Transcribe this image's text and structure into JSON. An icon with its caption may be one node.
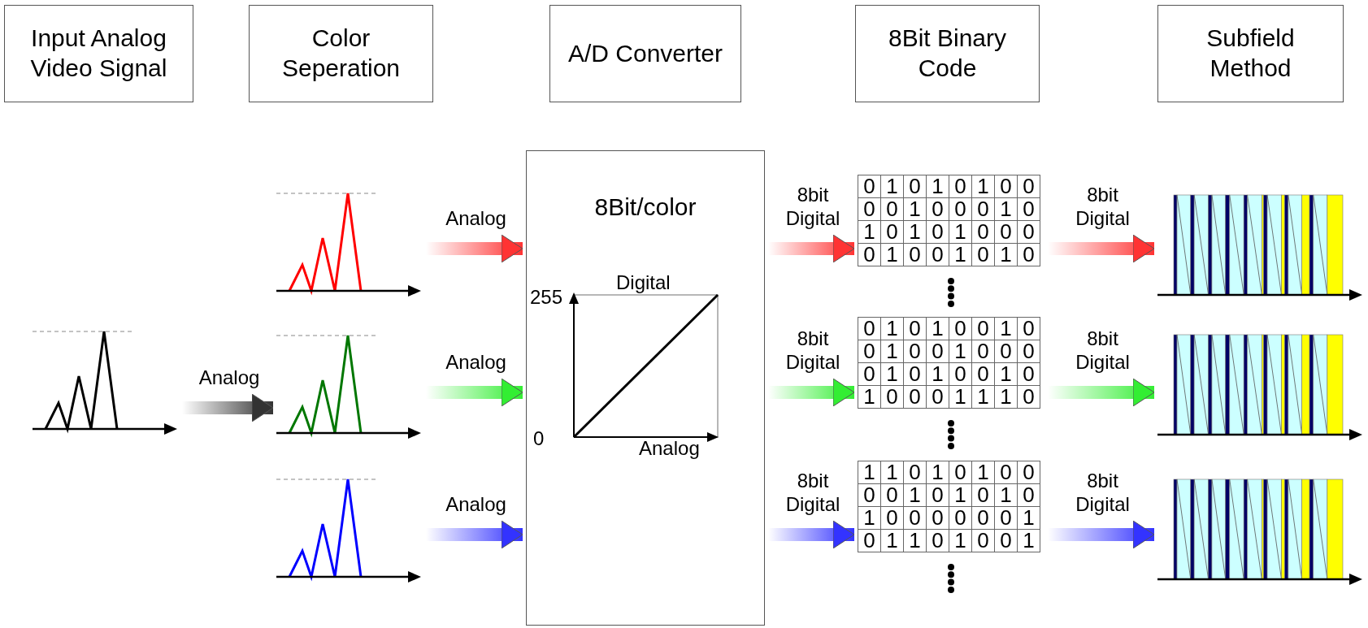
{
  "diagram": {
    "nodes": [
      {
        "text": [
          "Input Analog Video Signal"
        ]
      },
      {
        "text": [
          "Color Seperation"
        ]
      },
      {
        "text": [
          "A/D Converter"
        ]
      },
      {
        "text": [
          "8Bit Binary Code"
        ]
      },
      {
        "text": [
          "Subfield Method"
        ]
      },
      {
        "text": [],
        "shape": "picture"
      },
      {
        "text": [],
        "shape": "picture"
      },
      {
        "text": [],
        "shape": "picture"
      },
      {
        "text": [],
        "shape": "picture"
      },
      {
        "text": [
          "8Bit/color"
        ]
      },
      {
        "text": [],
        "shape": "box"
      },
      {
        "text": [],
        "shape": "box"
      },
      {
        "text": [],
        "shape": "box"
      },
      {
        "text": [],
        "shape": "picture"
      },
      {
        "text": [],
        "shape": "picture"
      },
      {
        "text": [],
        "shape": "picture"
      }
    ],
    "edges": [
      {
        "from": 5,
        "to": 7,
        "arrow": "to",
        "label": "Analog"
      },
      {
        "from": 6,
        "to": 9,
        "arrow": "to",
        "label": "Analog",
        "color": "#ff3333"
      },
      {
        "from": 7,
        "to": 9,
        "arrow": "to",
        "label": "Analog",
        "color": "#33ee33"
      },
      {
        "from": 8,
        "to": 9,
        "arrow": "to",
        "label": "Analog",
        "color": "#3333ff"
      },
      {
        "from": 9,
        "to": 10,
        "arrow": "to",
        "label": "8bit Digital",
        "color": "#ff3333"
      },
      {
        "from": 9,
        "to": 11,
        "arrow": "to",
        "label": "8bit Digital",
        "color": "#33ee33"
      },
      {
        "from": 9,
        "to": 12,
        "arrow": "to",
        "label": "8bit Digital",
        "color": "#3333ff"
      },
      {
        "from": 10,
        "to": 13,
        "arrow": "to",
        "label": "8bit Digital",
        "color": "#ff3333"
      },
      {
        "from": 11,
        "to": 14,
        "arrow": "to",
        "label": "8bit Digital",
        "color": "#33ee33"
      },
      {
        "from": 12,
        "to": 15,
        "arrow": "to",
        "label": "8bit Digital",
        "color": "#3333ff"
      }
    ],
    "labels": [
      "Digital",
      "255",
      "0",
      "Analog",
      "0",
      "1",
      "0",
      "1",
      "0",
      "1",
      "0",
      "0",
      "0",
      "0",
      "1",
      "0",
      "0",
      "0",
      "1",
      "0",
      "1",
      "0",
      "1",
      "0",
      "1",
      "0",
      "0",
      "0",
      "0",
      "1",
      "0",
      "0",
      "1",
      "0",
      "1",
      "0",
      "0",
      "1",
      "0",
      "1",
      "0",
      "0",
      "1",
      "0",
      "0",
      "1",
      "0",
      "0",
      "1",
      "0",
      "0",
      "0",
      "0",
      "1",
      "0",
      "1",
      "0",
      "0",
      "1",
      "0",
      "1",
      "0",
      "0",
      "0",
      "1",
      "1",
      "1",
      "0",
      "1",
      "1",
      "0",
      "1",
      "0",
      "1",
      "0",
      "0",
      "0",
      "0",
      "1",
      "0",
      "1",
      "0",
      "1",
      "0",
      "1",
      "0",
      "0",
      "0",
      "0",
      "0",
      "0",
      "1",
      "0",
      "1",
      "1",
      "0",
      "1",
      "0",
      "0",
      "1"
    ]
  }
}
